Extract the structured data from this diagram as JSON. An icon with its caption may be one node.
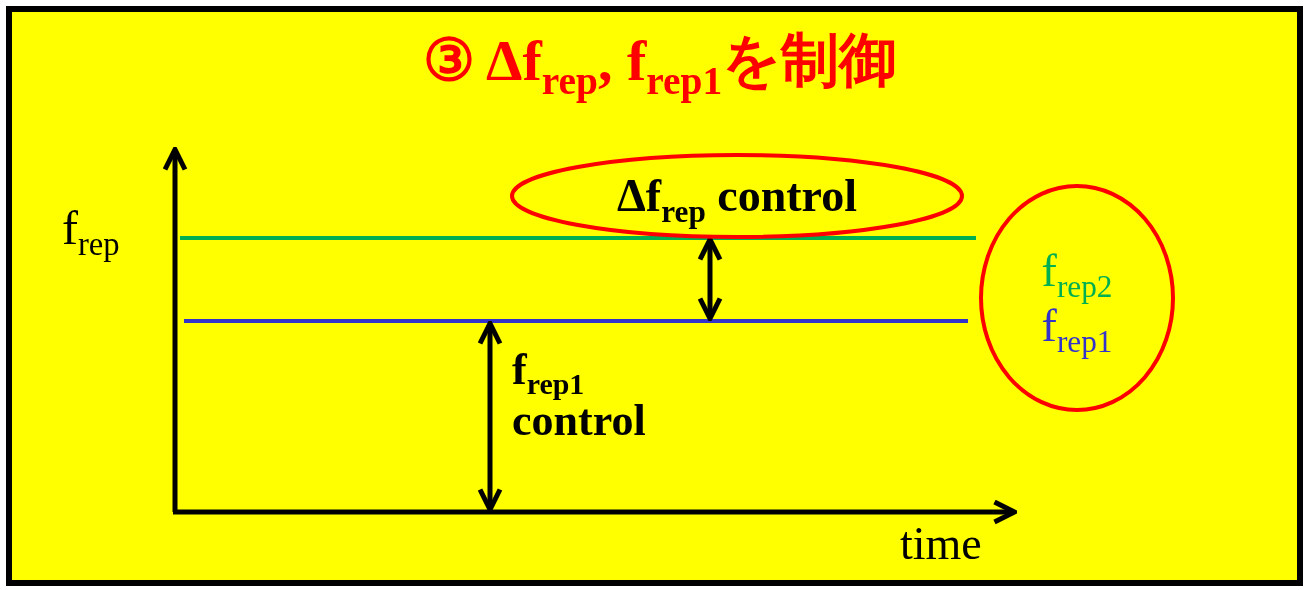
{
  "diagram": {
    "title": "③ Δf$_{rep}$, f$_{rep1}$を制御",
    "nodes": [
      {
        "text": [
          "Δf$_{rep}$ control"
        ]
      },
      {
        "text": [
          "f$_{rep2}$",
          "f$_{rep1}$"
        ]
      }
    ],
    "labels": [
      "f$_{rep}$",
      "f$_{rep1}$ control",
      "time"
    ]
  }
}
